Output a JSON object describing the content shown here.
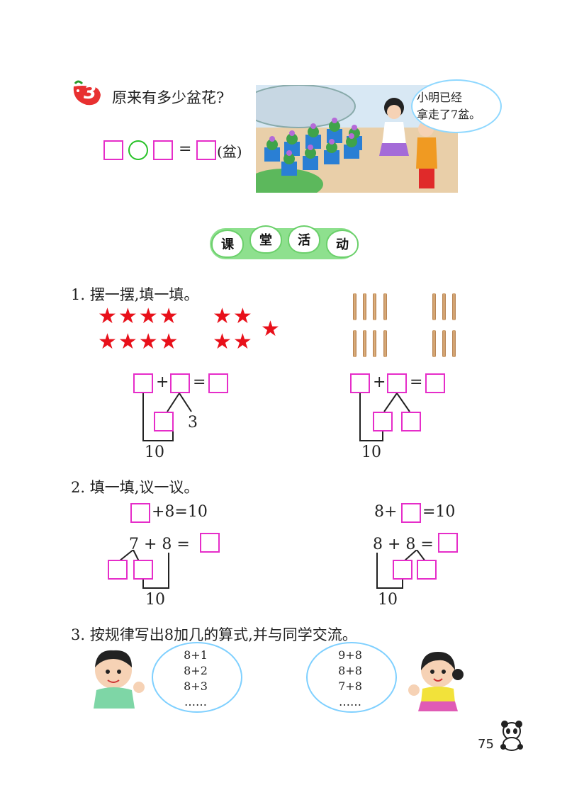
{
  "problem3": {
    "number": "3",
    "question": "原来有多少盆花?",
    "unit": "(盆)",
    "equals": "=",
    "speech": "小明已经\n拿走了7盆。"
  },
  "banner": {
    "chars": [
      "课",
      "堂",
      "活",
      "动"
    ]
  },
  "activity1": {
    "title": "1. 摆一摆,填一填。",
    "plus": "+",
    "equals": "=",
    "left_part": "3",
    "left_ten": "10",
    "right_ten": "10"
  },
  "activity2": {
    "title": "2. 填一填,议一议。",
    "left_eq1": "+8=10",
    "left_eq2": "7 + 8  =",
    "left_ten": "10",
    "right_eq1_a": "8+",
    "right_eq1_b": "=10",
    "right_eq2": "8 + 8 =",
    "right_ten": "10"
  },
  "activity3": {
    "title": "3. 按规律写出8加几的算式,并与同学交流。",
    "left_list": [
      "8+1",
      "8+2",
      "8+3",
      "……"
    ],
    "right_list": [
      "9+8",
      "8+8",
      "7+8",
      "……"
    ]
  },
  "page_number": "75",
  "colors": {
    "box": "#e62dc9",
    "star": "#e8101a",
    "banner": "#7ad47a",
    "cloud": "#7fd0ff"
  }
}
